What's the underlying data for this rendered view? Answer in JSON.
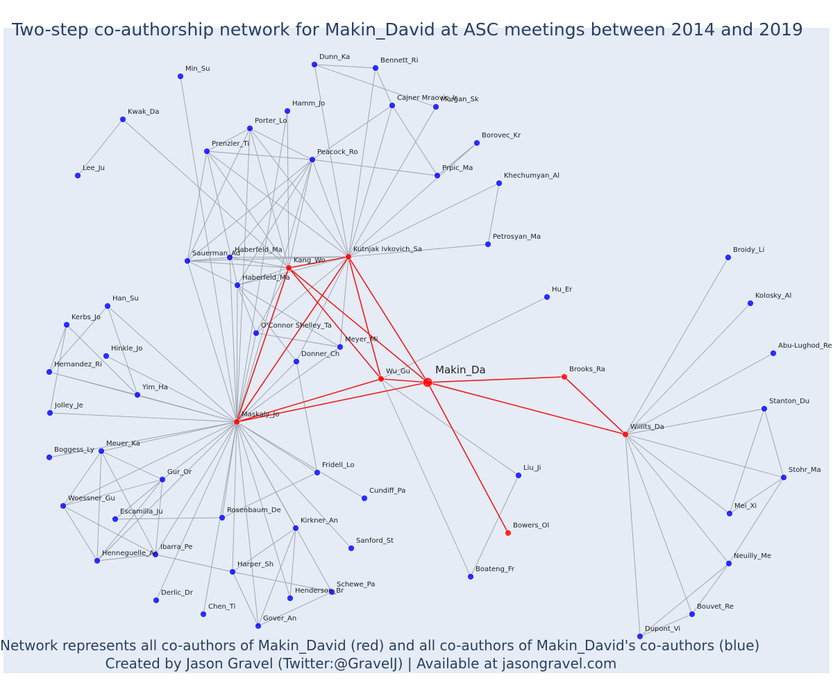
{
  "title": "Two-step co-authorship network for Makin_David at ASC meetings between 2014 and 2019",
  "caption": {
    "line1": "Network represents all co-authors of Makin_David (red) and all co-authors of Makin_David's co-authors (blue)",
    "line2": "Created by Jason Gravel (Twitter:@GravelJ) | Available at jasongravel.com"
  },
  "colors": {
    "red": "#ff0000",
    "blue": "#0000ff",
    "edge_gray": "#9a9fab",
    "edge_red": "#ee1c1c",
    "background": "#e5ecf6"
  },
  "nodes": [
    {
      "id": "Makin_Da",
      "group": "focal"
    },
    {
      "id": "Wu_Gu",
      "group": "coauthor"
    },
    {
      "id": "Brooks_Ra",
      "group": "coauthor"
    },
    {
      "id": "Willits_Da",
      "group": "coauthor"
    },
    {
      "id": "Maskaly_Jo",
      "group": "coauthor"
    },
    {
      "id": "Kutnjak Ivkovich_Sa",
      "group": "coauthor"
    },
    {
      "id": "Kang_Wo",
      "group": "coauthor"
    },
    {
      "id": "Bowers_Ol",
      "group": "coauthor"
    },
    {
      "id": "Dunn_Ka",
      "group": "second"
    },
    {
      "id": "Bennett_Ri",
      "group": "second"
    },
    {
      "id": "Min_Su",
      "group": "second"
    },
    {
      "id": "Cajner Mraovic_Ir",
      "group": "second"
    },
    {
      "id": "Morgan_Sk",
      "group": "second"
    },
    {
      "id": "Hamm_Jo",
      "group": "second"
    },
    {
      "id": "Kwak_Da",
      "group": "second"
    },
    {
      "id": "Porter_Lo",
      "group": "second"
    },
    {
      "id": "Borovec_Kr",
      "group": "second"
    },
    {
      "id": "Prenzler_Ti",
      "group": "second"
    },
    {
      "id": "Peacock_Ro",
      "group": "second"
    },
    {
      "id": "Lee_Ju",
      "group": "second"
    },
    {
      "id": "Prpic_Ma",
      "group": "second"
    },
    {
      "id": "Khechumyan_Al",
      "group": "second"
    },
    {
      "id": "Petrosyan_Ma",
      "group": "second"
    },
    {
      "id": "Sauerman_Ad",
      "group": "second"
    },
    {
      "id": "Haberfeld_Ma",
      "group": "second",
      "key": "habA"
    },
    {
      "id": "Haberfeld_Ma",
      "group": "second",
      "key": "habB"
    },
    {
      "id": "Broidy_Li",
      "group": "second"
    },
    {
      "id": "Hu_Er",
      "group": "second"
    },
    {
      "id": "Kolosky_Al",
      "group": "second"
    },
    {
      "id": "Han_Su",
      "group": "second"
    },
    {
      "id": "Kerbs_Jo",
      "group": "second"
    },
    {
      "id": "O'Connor Shelley_Ta",
      "group": "second"
    },
    {
      "id": "Meyer_Mi",
      "group": "second"
    },
    {
      "id": "Hinkle_Jo",
      "group": "second"
    },
    {
      "id": "Abu-Lughod_Re",
      "group": "second"
    },
    {
      "id": "Hernandez_Ri",
      "group": "second"
    },
    {
      "id": "Donner_Ch",
      "group": "second"
    },
    {
      "id": "Yim_Ha",
      "group": "second"
    },
    {
      "id": "Stanton_Du",
      "group": "second"
    },
    {
      "id": "Jolley_Je",
      "group": "second"
    },
    {
      "id": "Boggess_Ly",
      "group": "second"
    },
    {
      "id": "Meuer_Ka",
      "group": "second"
    },
    {
      "id": "Gur_Or",
      "group": "second"
    },
    {
      "id": "Fridell_Lo",
      "group": "second"
    },
    {
      "id": "Liu_Ji",
      "group": "second"
    },
    {
      "id": "Stohr_Ma",
      "group": "second"
    },
    {
      "id": "Cundiff_Pa",
      "group": "second"
    },
    {
      "id": "Woessner_Gu",
      "group": "second"
    },
    {
      "id": "Escamilla_Ju",
      "group": "second"
    },
    {
      "id": "Rosenbaum_De",
      "group": "second"
    },
    {
      "id": "Mei_Xi",
      "group": "second"
    },
    {
      "id": "Kirkner_An",
      "group": "second"
    },
    {
      "id": "Sanford_St",
      "group": "second"
    },
    {
      "id": "Ibarra_Pe",
      "group": "second"
    },
    {
      "id": "Henneguelle_Ar",
      "group": "second"
    },
    {
      "id": "Neuilly_Me",
      "group": "second"
    },
    {
      "id": "Harper_Sh",
      "group": "second"
    },
    {
      "id": "Boateng_Fr",
      "group": "second"
    },
    {
      "id": "Schewe_Pa",
      "group": "second"
    },
    {
      "id": "Derlic_Dr",
      "group": "second"
    },
    {
      "id": "Henderson_Br",
      "group": "second"
    },
    {
      "id": "Chen_Ti",
      "group": "second"
    },
    {
      "id": "Bouvet_Re",
      "group": "second"
    },
    {
      "id": "Gover_An",
      "group": "second"
    },
    {
      "id": "Dupont_Vi",
      "group": "second"
    }
  ]
}
